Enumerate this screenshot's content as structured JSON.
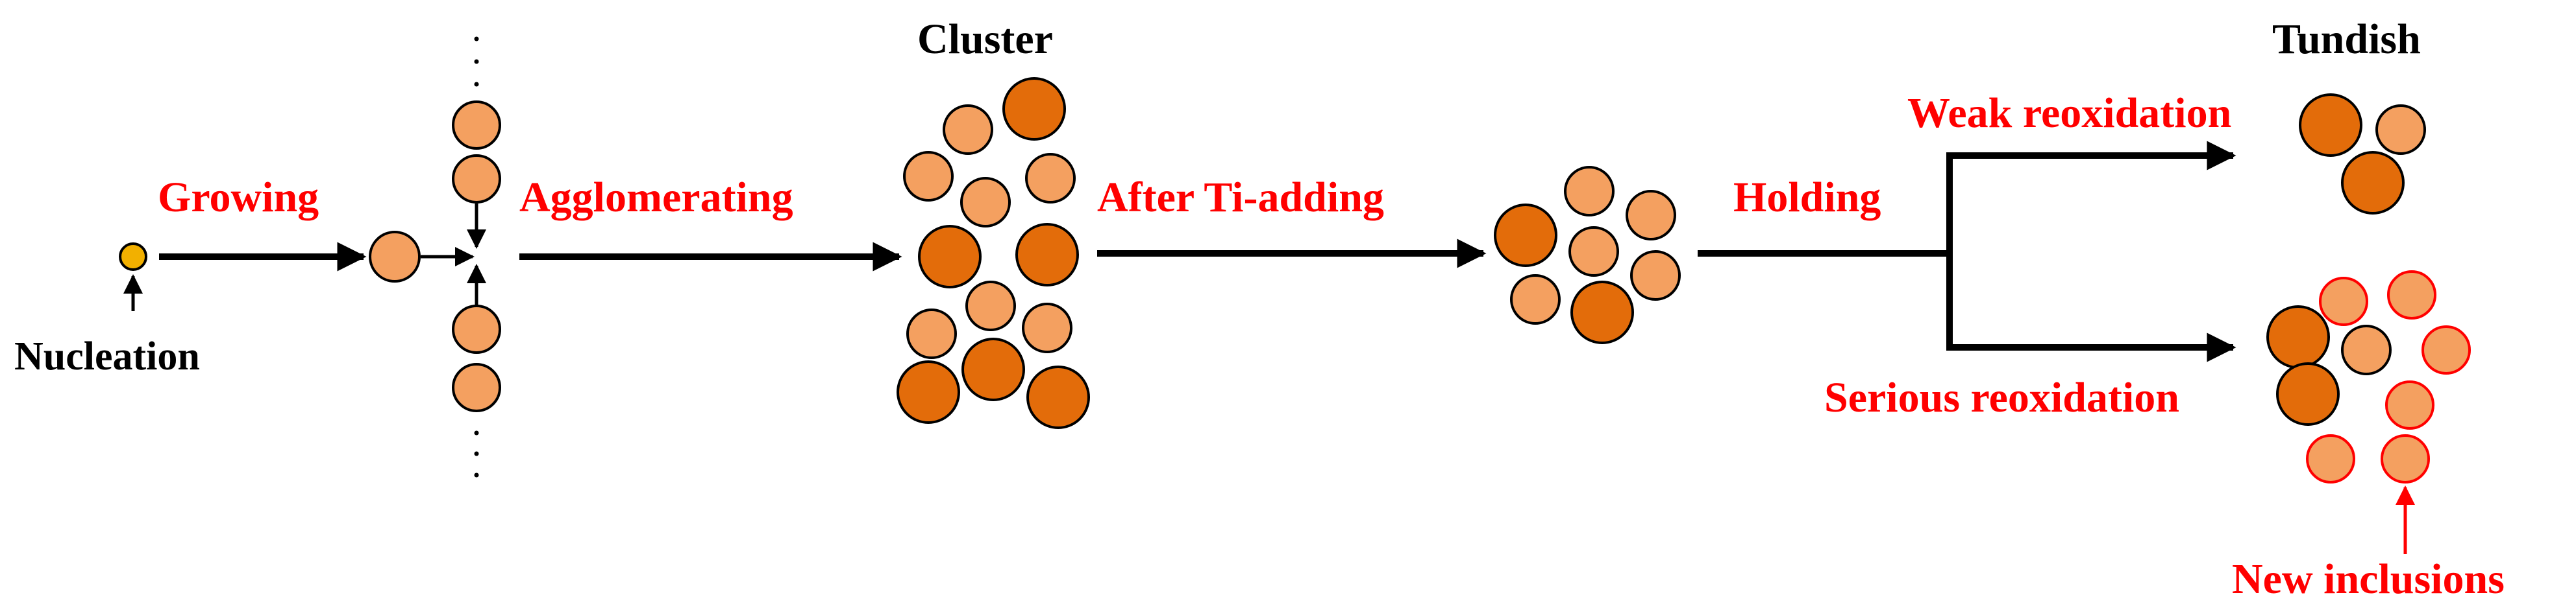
{
  "labels": {
    "nucleation": "Nucleation",
    "growing": "Growing",
    "agglomerating": "Agglomerating",
    "cluster": "Cluster",
    "after_ti_adding": "After Ti-adding",
    "holding": "Holding",
    "tundish": "Tundish",
    "weak_reoxidation": "Weak reoxidation",
    "serious_reoxidation": "Serious reoxidation",
    "new_inclusions": "New inclusions"
  },
  "colors": {
    "annotation_red": "#ff0000",
    "black_label": "#000000",
    "nucleus_fill": "#f2b000",
    "inclusion_light": "#f4a060",
    "inclusion_dark": "#e36c0a",
    "arrow": "#000000"
  }
}
